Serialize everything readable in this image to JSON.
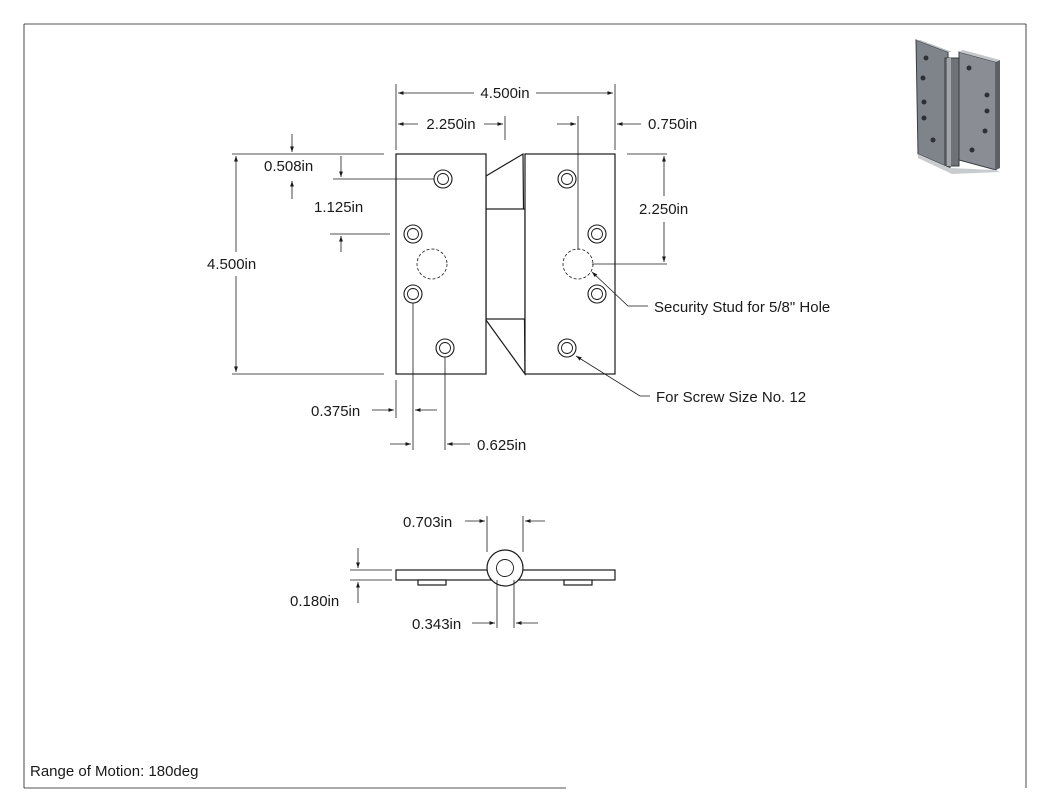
{
  "front_view": {
    "dim_overall_width": "4.500in",
    "dim_leaf_width": "2.250in",
    "dim_right_offset": "0.750in",
    "dim_top_hole": "0.508in",
    "dim_hole_spacing": "1.125in",
    "dim_overall_height": "4.500in",
    "dim_stud_height": "2.250in",
    "dim_hole_edge": "0.375in",
    "dim_hole_row": "0.625in"
  },
  "callouts": {
    "security_stud": "Security Stud for 5/8\" Hole",
    "screw_size": "For Screw Size No. 12"
  },
  "side_view": {
    "dim_knuckle_dia": "0.703in",
    "dim_leaf_thickness": "0.180in",
    "dim_pin_dia": "0.343in"
  },
  "footer": {
    "range_of_motion": "Range of Motion: 180deg"
  },
  "thumbnail": {
    "icon": "hinge-isometric-icon",
    "color": "#8a8e94"
  }
}
